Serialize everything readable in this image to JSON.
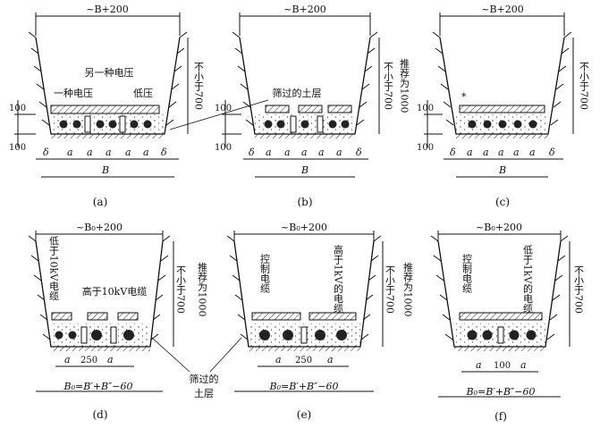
{
  "panels": [
    {
      "id": "a",
      "caption": "(a)",
      "top_dim": "~B+200",
      "bottom_dim": "B",
      "right_dim": "不小于700",
      "right_dim2": "",
      "left_dims": [
        "100",
        "100"
      ],
      "labels": [
        "另一种电压",
        "一种电压",
        "低压"
      ],
      "spacing": [
        "δ",
        "a",
        "a",
        "a",
        "a",
        "a",
        "δ"
      ]
    },
    {
      "id": "b",
      "caption": "(b)",
      "top_dim": "~B+200",
      "bottom_dim": "B",
      "right_dim": "不小于700",
      "right_dim2": "推荐为1000",
      "left_dims": [
        "100",
        "100"
      ],
      "labels": [
        "筛过的土层"
      ],
      "spacing": [
        "δ",
        "a",
        "a",
        "a",
        "a",
        "a",
        "δ"
      ]
    },
    {
      "id": "c",
      "caption": "(c)",
      "top_dim": "~B+200",
      "bottom_dim": "B",
      "right_dim": "不小于700",
      "right_dim2": "",
      "left_dims": [
        "100",
        "100"
      ],
      "labels": [
        "*"
      ],
      "spacing": [
        "δ",
        "a",
        "a",
        "a",
        "a",
        "a",
        "δ"
      ]
    },
    {
      "id": "d",
      "caption": "(d)",
      "top_dim": "~B₀+200",
      "bottom_dim": "B₀=B′+B″−60",
      "right_dim": "不小于700",
      "right_dim2": "推荐为1000",
      "labels": [
        "低于10kV电缆",
        "高于10kV电缆"
      ],
      "spacing": [
        "a",
        "250",
        "a"
      ]
    },
    {
      "id": "e",
      "caption": "(e)",
      "top_dim": "~B₀+200",
      "bottom_dim": "B₀=B′+B″−60",
      "right_dim": "不小于700",
      "right_dim2": "推荐为1000",
      "labels": [
        "控制电缆",
        "高于1kV的电缆"
      ],
      "spacing": [
        "a",
        "250",
        "a"
      ]
    },
    {
      "id": "f",
      "caption": "(f)",
      "top_dim": "~B₀+200",
      "bottom_dim": "B₀=B′+B″−60",
      "right_dim": "不小于700",
      "right_dim2": "",
      "labels": [
        "控制电缆",
        "低于1kV的电缆"
      ],
      "spacing": [
        "a",
        "100",
        "a"
      ]
    }
  ],
  "callout_soil": "筛过的土层",
  "callout_soil_lines": [
    "筛过的",
    "土层"
  ]
}
